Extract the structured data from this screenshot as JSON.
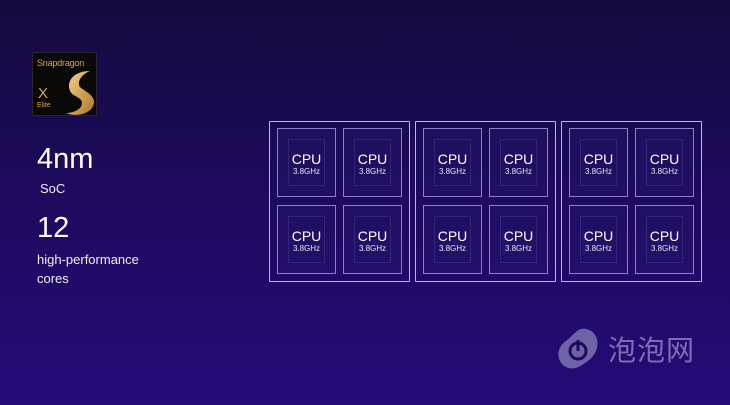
{
  "logo": {
    "brand": "Snapdragon",
    "model": "X",
    "tier": "Elite"
  },
  "stats": [
    {
      "value": "4nm",
      "label": "SoC"
    },
    {
      "value": "12",
      "label": "high-performance cores"
    }
  ],
  "clusters": [
    {
      "cores": [
        {
          "name": "CPU",
          "freq": "3.8GHz"
        },
        {
          "name": "CPU",
          "freq": "3.8GHz"
        },
        {
          "name": "CPU",
          "freq": "3.8GHz"
        },
        {
          "name": "CPU",
          "freq": "3.8GHz"
        }
      ]
    },
    {
      "cores": [
        {
          "name": "CPU",
          "freq": "3.8GHz"
        },
        {
          "name": "CPU",
          "freq": "3.8GHz"
        },
        {
          "name": "CPU",
          "freq": "3.8GHz"
        },
        {
          "name": "CPU",
          "freq": "3.8GHz"
        }
      ]
    },
    {
      "cores": [
        {
          "name": "CPU",
          "freq": "3.8GHz"
        },
        {
          "name": "CPU",
          "freq": "3.8GHz"
        },
        {
          "name": "CPU",
          "freq": "3.8GHz"
        },
        {
          "name": "CPU",
          "freq": "3.8GHz"
        }
      ]
    }
  ],
  "watermark": {
    "text": "泡泡网"
  }
}
